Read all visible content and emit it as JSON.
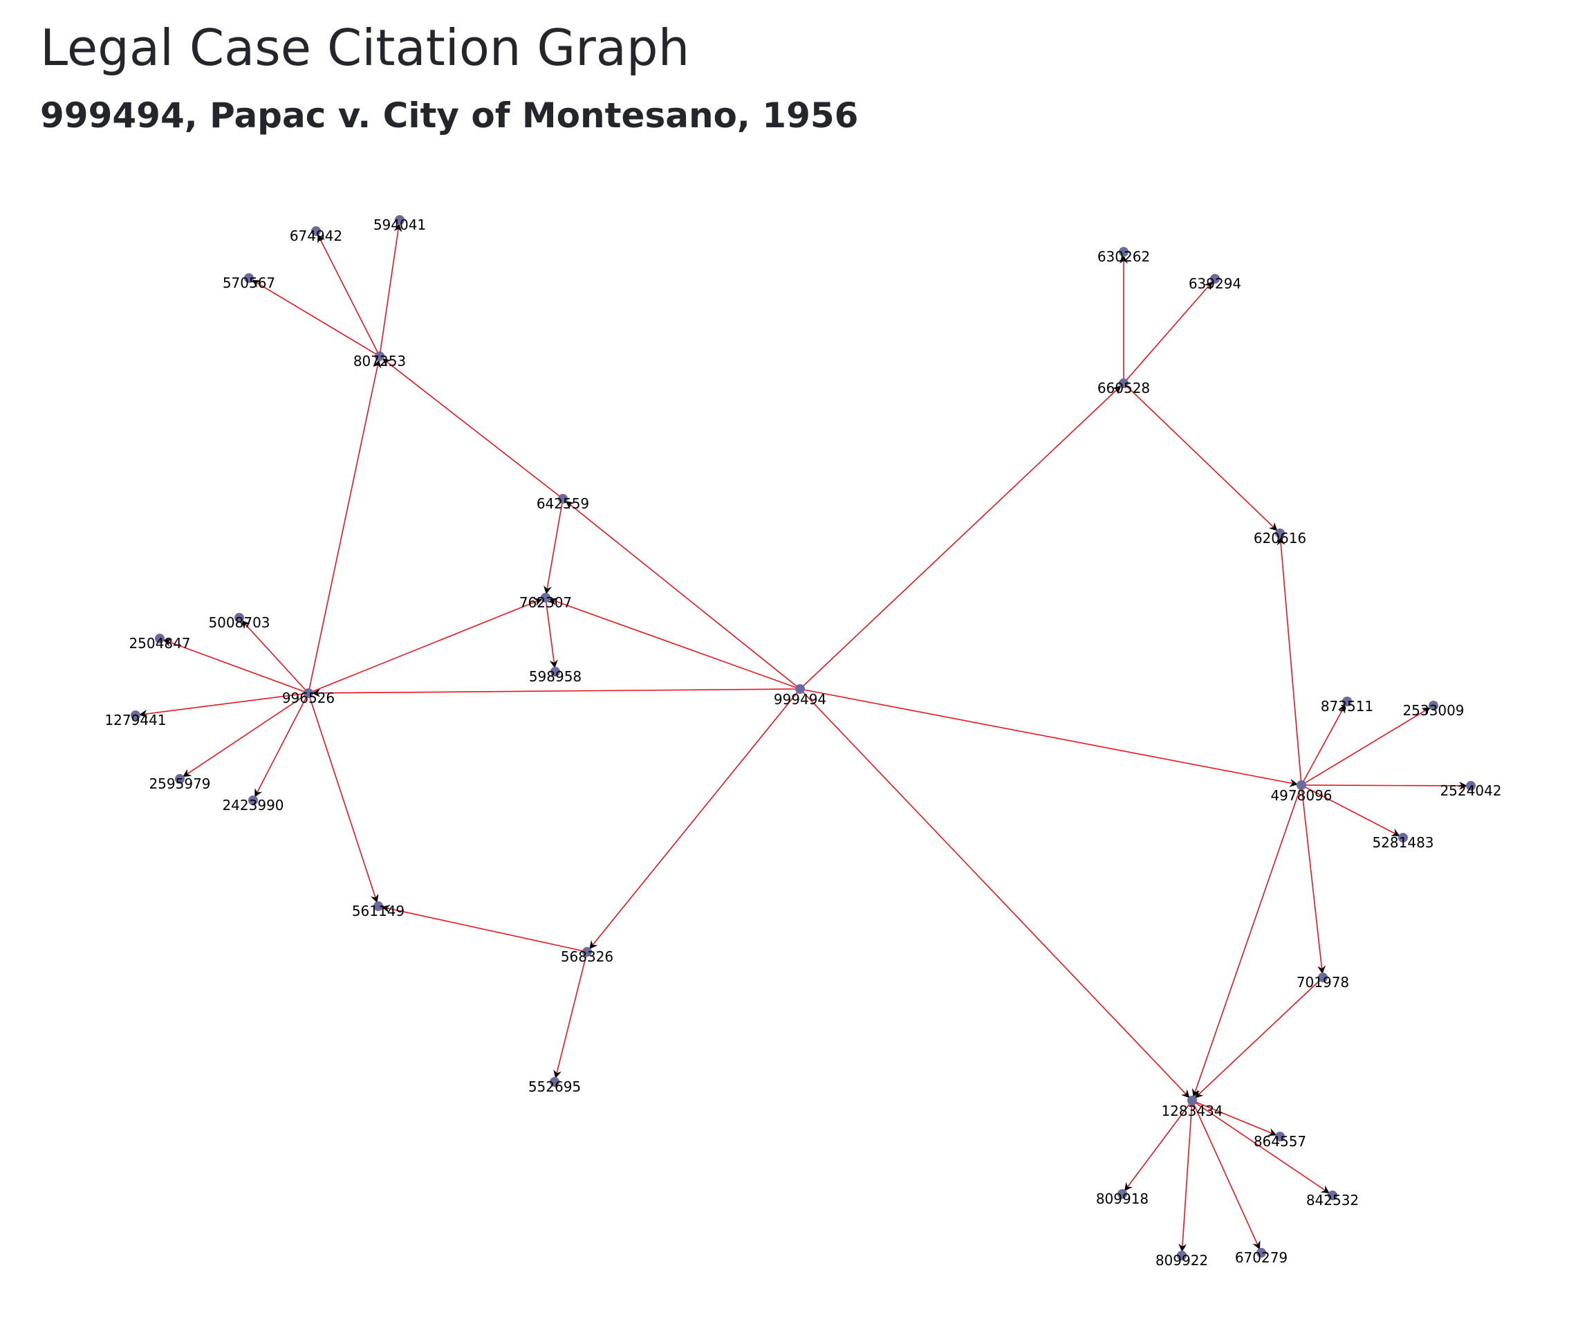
{
  "title": "Legal Case Citation Graph",
  "subtitle": "999494, Papac v. City of Montesano, 1956",
  "colors": {
    "edge": "#e8141e",
    "node": "#6b6c9d",
    "arrow": "#000000",
    "label": "#000000"
  },
  "graph": {
    "nodes": [
      {
        "id": "999494"
      },
      {
        "id": "996526"
      },
      {
        "id": "807253"
      },
      {
        "id": "642559"
      },
      {
        "id": "762307"
      },
      {
        "id": "598958"
      },
      {
        "id": "674942"
      },
      {
        "id": "594041"
      },
      {
        "id": "570567"
      },
      {
        "id": "5008703"
      },
      {
        "id": "2504847"
      },
      {
        "id": "1279441"
      },
      {
        "id": "2595979"
      },
      {
        "id": "2423990"
      },
      {
        "id": "561149"
      },
      {
        "id": "568326"
      },
      {
        "id": "552695"
      },
      {
        "id": "630262"
      },
      {
        "id": "639294"
      },
      {
        "id": "660528"
      },
      {
        "id": "620616"
      },
      {
        "id": "873511"
      },
      {
        "id": "2533009"
      },
      {
        "id": "4978096"
      },
      {
        "id": "2524042"
      },
      {
        "id": "5281483"
      },
      {
        "id": "701978"
      },
      {
        "id": "1283434"
      },
      {
        "id": "864557"
      },
      {
        "id": "842532"
      },
      {
        "id": "809918"
      },
      {
        "id": "809922"
      },
      {
        "id": "670279"
      }
    ],
    "edges": [
      {
        "source": "999494",
        "target": "996526"
      },
      {
        "source": "999494",
        "target": "762307"
      },
      {
        "source": "999494",
        "target": "642559"
      },
      {
        "source": "999494",
        "target": "660528"
      },
      {
        "source": "999494",
        "target": "4978096"
      },
      {
        "source": "999494",
        "target": "1283434"
      },
      {
        "source": "999494",
        "target": "568326"
      },
      {
        "source": "996526",
        "target": "807253"
      },
      {
        "source": "996526",
        "target": "762307"
      },
      {
        "source": "996526",
        "target": "5008703"
      },
      {
        "source": "996526",
        "target": "2504847"
      },
      {
        "source": "996526",
        "target": "1279441"
      },
      {
        "source": "996526",
        "target": "2595979"
      },
      {
        "source": "996526",
        "target": "2423990"
      },
      {
        "source": "996526",
        "target": "561149"
      },
      {
        "source": "807253",
        "target": "674942"
      },
      {
        "source": "807253",
        "target": "594041"
      },
      {
        "source": "807253",
        "target": "570567"
      },
      {
        "source": "642559",
        "target": "807253"
      },
      {
        "source": "642559",
        "target": "762307"
      },
      {
        "source": "762307",
        "target": "598958"
      },
      {
        "source": "568326",
        "target": "561149"
      },
      {
        "source": "568326",
        "target": "552695"
      },
      {
        "source": "660528",
        "target": "630262"
      },
      {
        "source": "660528",
        "target": "639294"
      },
      {
        "source": "660528",
        "target": "620616"
      },
      {
        "source": "4978096",
        "target": "620616"
      },
      {
        "source": "4978096",
        "target": "873511"
      },
      {
        "source": "4978096",
        "target": "2533009"
      },
      {
        "source": "4978096",
        "target": "2524042"
      },
      {
        "source": "4978096",
        "target": "5281483"
      },
      {
        "source": "4978096",
        "target": "701978"
      },
      {
        "source": "4978096",
        "target": "1283434"
      },
      {
        "source": "701978",
        "target": "1283434"
      },
      {
        "source": "1283434",
        "target": "864557"
      },
      {
        "source": "1283434",
        "target": "842532"
      },
      {
        "source": "1283434",
        "target": "809918"
      },
      {
        "source": "1283434",
        "target": "809922"
      },
      {
        "source": "1283434",
        "target": "670279"
      }
    ]
  }
}
